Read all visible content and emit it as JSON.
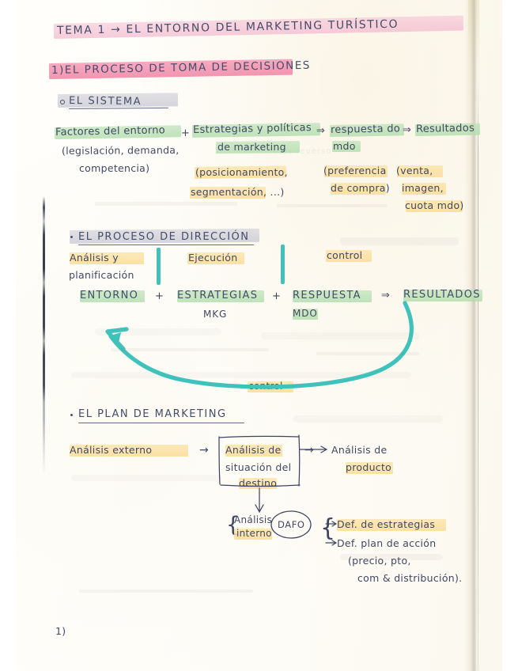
{
  "document": {
    "type": "handwritten-notes",
    "language": "es",
    "page_number": "1)"
  },
  "title": {
    "text": "TEMA 1 → EL ENTORNO DEL MARKETING TURÍSTICO",
    "highlight_color": "#f3b8ce"
  },
  "section1": {
    "heading": "1)EL PROCESO DE TOMA DE DECISIONES",
    "highlight_color": "#f18aaa"
  },
  "subsection_sistema": {
    "heading": "EL SISTEMA",
    "highlight_color": "#c4c5d0",
    "flow": {
      "items": [
        {
          "label": "Factores del entorno",
          "label_highlight": "#b0ddac",
          "detail_lines": [
            "(legislación, demanda,",
            "competencia)"
          ],
          "detail_highlight": null
        },
        {
          "label": "Estrategias y políticas",
          "label2": "de marketing",
          "label_highlight": "#b0ddac",
          "detail_lines": [
            "(posicionamiento,",
            "segmentación, ...)"
          ],
          "detail_highlight": "#fadd9a"
        },
        {
          "label": "respuesta do",
          "label2": "mdo",
          "label_highlight": "#b0ddac",
          "detail_lines": [
            "(preferencia",
            "de compra)"
          ],
          "detail_highlight": "#fadd9a"
        },
        {
          "label": "Resultados",
          "label_highlight": "#b0ddac",
          "detail_lines": [
            "(venta,",
            "imagen,",
            "cuota mdo)"
          ],
          "detail_highlight": "#fadd9a"
        }
      ],
      "connector_plus": "+",
      "connector_arrow": "⇒"
    }
  },
  "subsection_direccion": {
    "heading": "EL PROCESO DE DIRECCIÓN",
    "highlight_color": "#c4c5d0",
    "phases": [
      {
        "lines": [
          "Análisis y",
          "planificación"
        ],
        "highlight": "#fadd9a"
      },
      {
        "lines": [
          "Ejecución"
        ],
        "highlight": "#fadd9a"
      },
      {
        "lines": [
          "control"
        ],
        "highlight": "#fadd9a"
      }
    ],
    "divider_color": "#3fc2bb",
    "equation": {
      "terms": [
        {
          "label": "ENTORNO",
          "sub": "",
          "highlight": "#b0ddac"
        },
        {
          "label": "ESTRATEGIAS",
          "sub": "MKG",
          "highlight": "#b0ddac"
        },
        {
          "label": "RESPUESTA",
          "sub": "MDO",
          "highlight": "#b0ddac"
        },
        {
          "label": "RESULTADOS",
          "sub": "",
          "highlight": "#b0ddac"
        }
      ],
      "plus": "+",
      "arrow": "⇒"
    },
    "feedback_arrow": {
      "label": "control",
      "label_highlight": "#fadd9a",
      "color": "#3fc2bb"
    }
  },
  "subsection_plan": {
    "heading": "EL PLAN DE MARKETING",
    "nodes": {
      "external": {
        "text": "Análisis externo",
        "highlight": "#fadd9a"
      },
      "boxed": {
        "lines": [
          "Análisis de",
          "situación del",
          "destino"
        ],
        "highlight": "#fadd9a"
      },
      "product": {
        "lines": [
          "Análisis de",
          "producto"
        ],
        "highlight": "#fadd9a"
      },
      "internal": {
        "lines": [
          "Análisis",
          "interno"
        ],
        "highlight": "#fadd9a"
      },
      "dafo": {
        "text": "DAFO"
      },
      "outputs": [
        {
          "text": "Def. de estrategias",
          "highlight": "#fadd9a"
        },
        {
          "text": "Def. plan de acción",
          "highlight": null
        },
        {
          "text": "(precio, pto,",
          "highlight": null
        },
        {
          "text": "com & distribución).",
          "highlight": null
        }
      ]
    },
    "arrow_glyph": "→",
    "brace_glyph": "{"
  }
}
